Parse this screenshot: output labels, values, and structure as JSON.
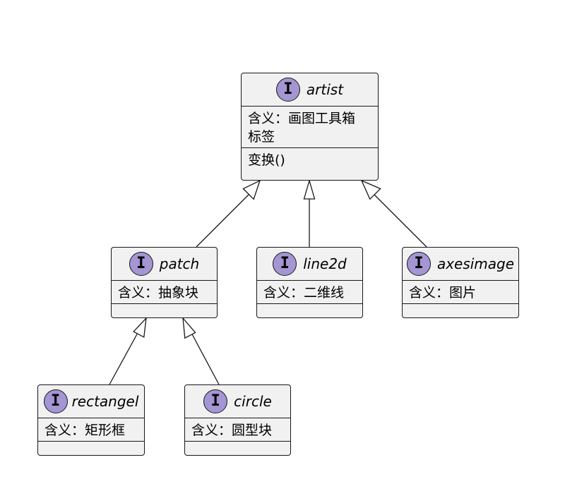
{
  "diagram": {
    "colors": {
      "box_fill": "#f1f1f1",
      "border": "#181818",
      "badge": "#a595d2"
    },
    "badge_letter": "I",
    "nodes": {
      "artist": {
        "name": "artist",
        "fields": [
          "含义：画图工具箱",
          "标签"
        ],
        "methods": [
          "变换()"
        ]
      },
      "patch": {
        "name": "patch",
        "fields": [
          "含义：抽象块"
        ],
        "methods": []
      },
      "line2d": {
        "name": "line2d",
        "fields": [
          "含义：二维线"
        ],
        "methods": []
      },
      "axesimage": {
        "name": "axesimage",
        "fields": [
          "含义：图片"
        ],
        "methods": []
      },
      "rectangel": {
        "name": "rectangel",
        "fields": [
          "含义：矩形框"
        ],
        "methods": []
      },
      "circle": {
        "name": "circle",
        "fields": [
          "含义：圆型块"
        ],
        "methods": []
      }
    },
    "edges": [
      {
        "from": "patch",
        "to": "artist",
        "type": "inheritance"
      },
      {
        "from": "line2d",
        "to": "artist",
        "type": "inheritance"
      },
      {
        "from": "axesimage",
        "to": "artist",
        "type": "inheritance"
      },
      {
        "from": "rectangel",
        "to": "patch",
        "type": "inheritance"
      },
      {
        "from": "circle",
        "to": "patch",
        "type": "inheritance"
      }
    ]
  }
}
